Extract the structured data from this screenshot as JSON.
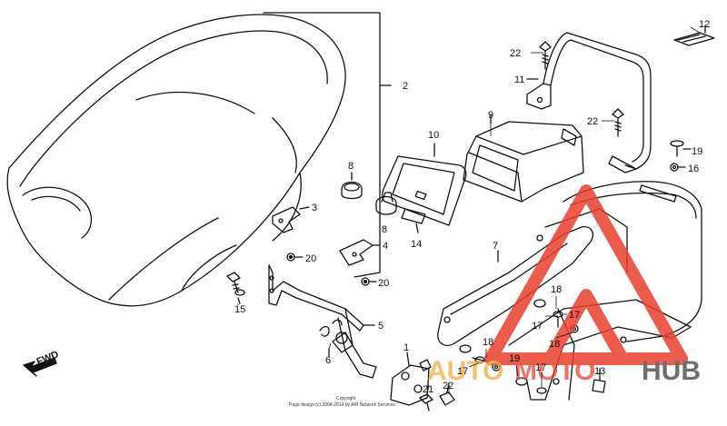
{
  "diagram": {
    "callouts": {
      "c1": "1",
      "c2": "2",
      "c3": "3",
      "c4": "4",
      "c5": "5",
      "c6": "6",
      "c7": "7",
      "c8a": "8",
      "c8b": "8",
      "c9": "9",
      "c10": "10",
      "c11": "11",
      "c12": "12",
      "c13": "13",
      "c14": "14",
      "c15": "15",
      "c16": "16",
      "c17a": "17",
      "c17b": "17",
      "c17c": "17",
      "c17d": "17",
      "c18a": "18",
      "c18b": "18",
      "c18c": "18",
      "c19a": "19",
      "c19b": "19",
      "c20a": "20",
      "c20b": "20",
      "c21": "21",
      "c22a": "22",
      "c22b": "22",
      "c22c": "22"
    },
    "fwd_label": "FWD",
    "copyright_line1": "Copyright",
    "copyright_line2": "Page design (c) 2004-2014 by ARI Network Services",
    "watermark": {
      "auto": "AUTO",
      "moto": "MOTO",
      "hub": "HUB",
      "color_orange": "#f2a93b",
      "color_red": "#e8402f",
      "color_gray": "#555555"
    }
  }
}
